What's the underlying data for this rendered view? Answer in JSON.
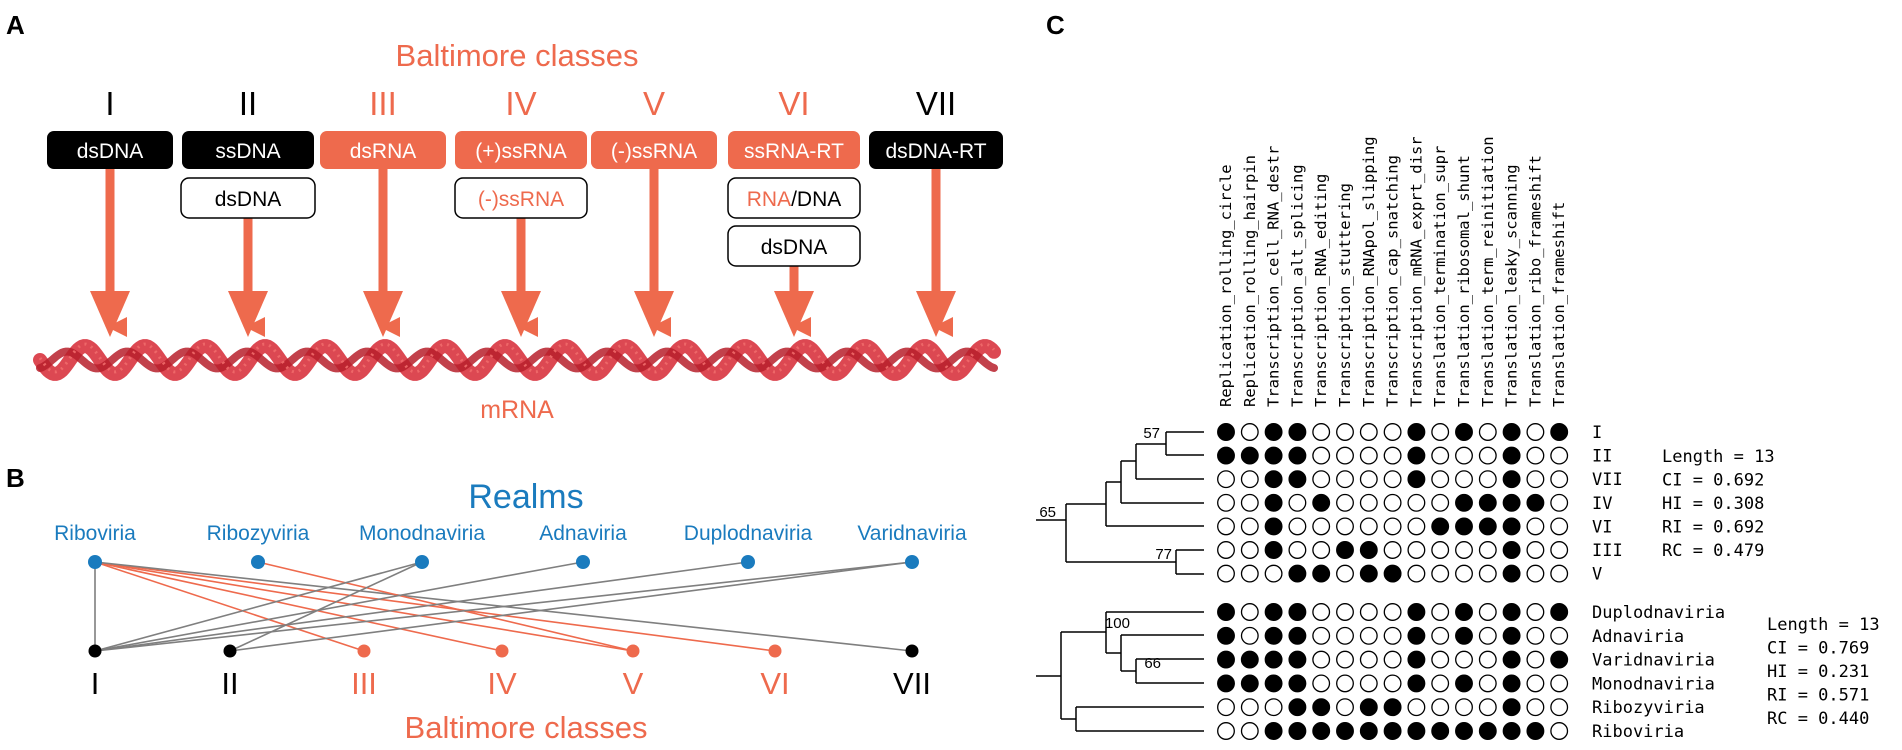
{
  "colors": {
    "orange": "#EE6A4D",
    "blue": "#1A7BBE",
    "black": "#000000",
    "grey": "#7F7F7F",
    "rna_red": "#D8343F",
    "white": "#FFFFFF"
  },
  "panel_a": {
    "letter": "A",
    "heading": "Baltimore classes",
    "numerals": [
      "I",
      "II",
      "III",
      "IV",
      "V",
      "VI",
      "VII"
    ],
    "numeral_colors": [
      "black",
      "black",
      "orange",
      "orange",
      "orange",
      "orange",
      "black"
    ],
    "genomes": [
      {
        "label": "dsDNA",
        "style": "black"
      },
      {
        "label": "ssDNA",
        "style": "black"
      },
      {
        "label": "dsRNA",
        "style": "orange"
      },
      {
        "label": "(+)ssRNA",
        "style": "orange"
      },
      {
        "label": "(-)ssRNA",
        "style": "orange"
      },
      {
        "label": "ssRNA-RT",
        "style": "orange"
      },
      {
        "label": "dsDNA-RT",
        "style": "black"
      }
    ],
    "intermediates": {
      "ii": {
        "label": "dsDNA"
      },
      "iv": {
        "label": "(-)ssRNA"
      },
      "vi_1": {
        "rna": "RNA",
        "slash": "/",
        "dna": "DNA"
      },
      "vi_2": {
        "label": "dsDNA"
      }
    },
    "bottom_label": "mRNA"
  },
  "panel_b": {
    "letter": "B",
    "heading": "Realms",
    "realms": [
      "Riboviria",
      "Ribozyviria",
      "Monodnaviria",
      "Adnaviria",
      "Duplodnaviria",
      "Varidnaviria"
    ],
    "classes": [
      "I",
      "II",
      "III",
      "IV",
      "V",
      "VI",
      "VII"
    ],
    "class_colors": [
      "black",
      "black",
      "orange",
      "orange",
      "orange",
      "orange",
      "black"
    ],
    "bottom_heading": "Baltimore classes",
    "links": [
      {
        "realm": "Riboviria",
        "class": "I",
        "color": "grey"
      },
      {
        "realm": "Riboviria",
        "class": "III",
        "color": "orange"
      },
      {
        "realm": "Riboviria",
        "class": "IV",
        "color": "orange"
      },
      {
        "realm": "Riboviria",
        "class": "V",
        "color": "orange"
      },
      {
        "realm": "Riboviria",
        "class": "VI",
        "color": "orange"
      },
      {
        "realm": "Riboviria",
        "class": "VII",
        "color": "grey"
      },
      {
        "realm": "Ribozyviria",
        "class": "V",
        "color": "orange"
      },
      {
        "realm": "Monodnaviria",
        "class": "I",
        "color": "grey"
      },
      {
        "realm": "Monodnaviria",
        "class": "II",
        "color": "grey"
      },
      {
        "realm": "Adnaviria",
        "class": "I",
        "color": "grey"
      },
      {
        "realm": "Duplodnaviria",
        "class": "I",
        "color": "grey"
      },
      {
        "realm": "Varidnaviria",
        "class": "I",
        "color": "grey"
      },
      {
        "realm": "Varidnaviria",
        "class": "II",
        "color": "grey"
      }
    ]
  },
  "panel_c": {
    "letter": "C",
    "characters": [
      "Replication_rolling_circle",
      "Replication_rolling_hairpin",
      "Transcription_cell_RNA_destr",
      "Transcription_alt_splicing",
      "Transcription_RNA_editing",
      "Transcription_stuttering",
      "Transcription_RNApol_slipping",
      "Transcription_cap_snatching",
      "Transcription_mRNA_exprt_disr",
      "Translation_termination_supr",
      "Translation_ribosomal_shunt",
      "Translation_term_reinitiation",
      "Translation_leaky_scanning",
      "Translation_ribo_frameshift",
      "Translation_frameshift"
    ],
    "matrix1": {
      "rows": [
        {
          "label": "I",
          "states": "101100001010101"
        },
        {
          "label": "II",
          "states": "111100001000100"
        },
        {
          "label": "VII",
          "states": "001100001000100"
        },
        {
          "label": "IV",
          "states": "001010000011110"
        },
        {
          "label": "VI",
          "states": "001000000111100"
        },
        {
          "label": "III",
          "states": "001001100000100"
        },
        {
          "label": "V",
          "states": "000110110000100"
        }
      ],
      "support": [
        "57",
        "77",
        "65"
      ],
      "stats": [
        "Length = 13",
        "CI = 0.692",
        "HI = 0.308",
        "RI = 0.692",
        "RC = 0.479"
      ]
    },
    "matrix2": {
      "rows": [
        {
          "label": "Duplodnaviria",
          "states": "101100001010101"
        },
        {
          "label": "Adnaviria",
          "states": "101100001010100"
        },
        {
          "label": "Varidnaviria",
          "states": "111100001000101"
        },
        {
          "label": "Monodnaviria",
          "states": "111100001010100"
        },
        {
          "label": "Ribozyviria",
          "states": "000110110000100"
        },
        {
          "label": "Riboviria",
          "states": "001111111111110"
        }
      ],
      "support": [
        "100",
        "66"
      ],
      "stats": [
        "Length = 13",
        "CI = 0.769",
        "HI = 0.231",
        "RI = 0.571",
        "RC = 0.440"
      ]
    }
  }
}
